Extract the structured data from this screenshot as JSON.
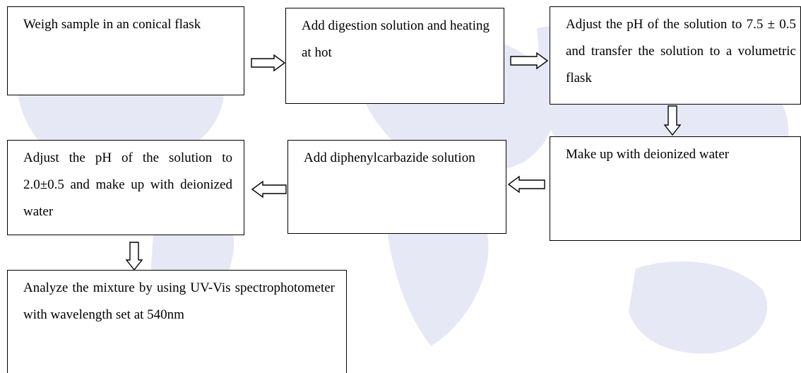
{
  "flowchart": {
    "steps": [
      {
        "id": "s1",
        "text": "Weigh sample in an conical flask"
      },
      {
        "id": "s2",
        "text": "Add digestion solution and heating at hot"
      },
      {
        "id": "s3",
        "text": "Adjust the pH of the solution to 7.5 ± 0.5 and transfer the solution to a volumetric flask"
      },
      {
        "id": "s4",
        "text": "Make up with deionized water"
      },
      {
        "id": "s5",
        "text": "Add diphenylcarbazide solution"
      },
      {
        "id": "s6",
        "text": "Adjust the pH of the solution to 2.0±0.5 and make up with deionized water"
      },
      {
        "id": "s7",
        "text": "Analyze the mixture by using UV-Vis spectrophotometer with wavelength set at 540nm"
      }
    ]
  },
  "colors": {
    "background_map": "#e4e6f6",
    "box_border": "#000000"
  }
}
